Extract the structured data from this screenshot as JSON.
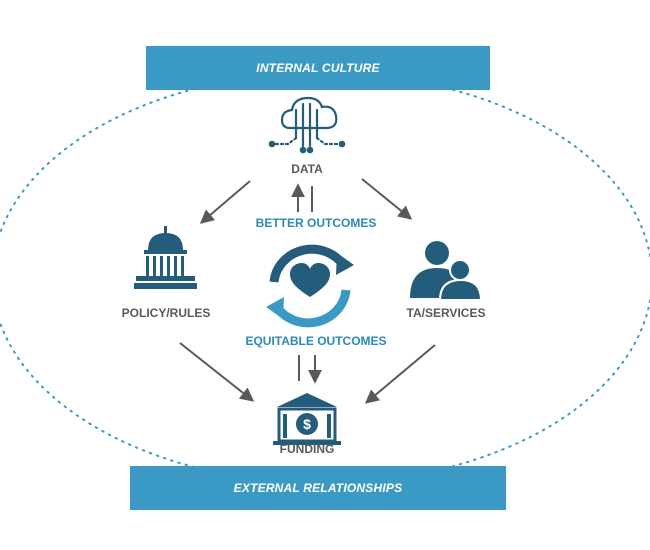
{
  "banners": {
    "top": "INTERNAL CULTURE",
    "bottom": "EXTERNAL RELATIONSHIPS"
  },
  "nodes": {
    "data": "DATA",
    "policy": "POLICY/RULES",
    "services": "TA/SERVICES",
    "funding": "FUNDING"
  },
  "center": {
    "top": "BETTER OUTCOMES",
    "bottom": "EQUITABLE OUTCOMES"
  },
  "icons": {
    "data": "cloud-data-icon",
    "policy": "capitol-building-icon",
    "services": "people-icon",
    "funding": "bank-dollar-icon",
    "center": "heart-cycle-icon"
  },
  "colors": {
    "accent": "#3b9ac4",
    "icon": "#245d7c",
    "text": "#595959",
    "center_text": "#2a8ab8",
    "arrow": "#595959"
  }
}
